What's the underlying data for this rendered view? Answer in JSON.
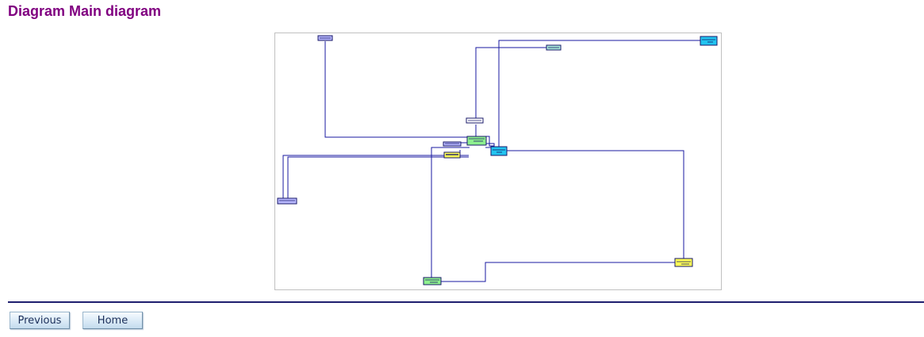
{
  "page": {
    "title": "Diagram Main diagram"
  },
  "diagram": {
    "line_color": "#1a1aa0",
    "node_fill_colors": {
      "blue": "#b8b8ff",
      "cyan": "#22c4f0",
      "green": "#8ef08e",
      "yellow": "#ffff55",
      "teal": "#a8e8d8"
    }
  },
  "nav": {
    "previous_label": "Previous",
    "home_label": "Home"
  }
}
